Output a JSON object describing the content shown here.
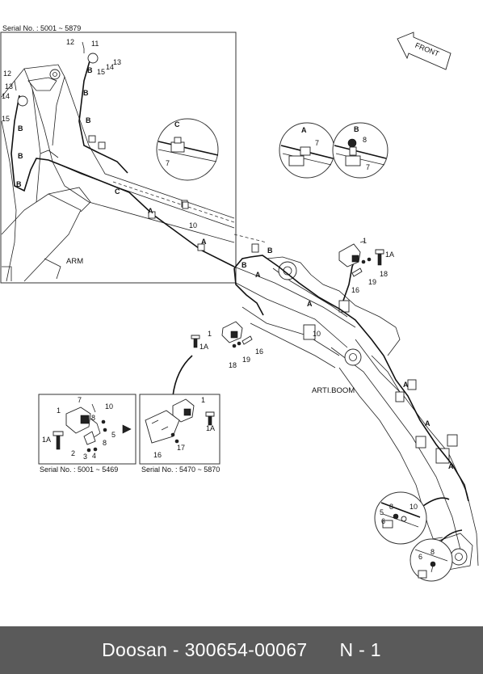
{
  "diagram": {
    "inset_serial": "Serial No. : 5001 ~ 5879",
    "arm_label": "ARM",
    "boom_label": "ARTI.BOOM",
    "front_label": "FRONT",
    "sub_serial_left": "Serial No. : 5001 ~ 5469",
    "sub_serial_right": "Serial No. : 5470 ~ 5870",
    "callouts": {
      "n1": "1",
      "n1a": "1A",
      "n2": "2",
      "n3": "3",
      "n4": "4",
      "n5": "5",
      "n6": "6",
      "n7": "7",
      "n8": "8",
      "n10": "10",
      "n11": "11",
      "n12": "12",
      "n13": "13",
      "n14": "14",
      "n15": "15",
      "n16": "16",
      "n17": "17",
      "n18": "18",
      "n19": "19",
      "A": "A",
      "B": "B",
      "C": "C"
    }
  },
  "footer": {
    "brand": "Doosan",
    "separator": "-",
    "part_number": "300654-00067",
    "page": "N - 1"
  }
}
